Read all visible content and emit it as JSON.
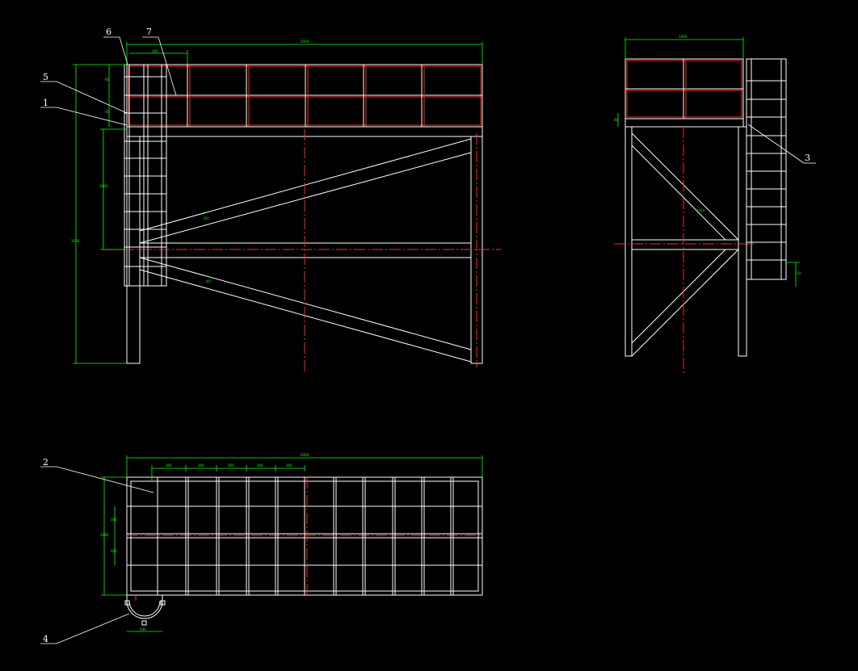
{
  "drawing": {
    "background": "#000000",
    "colors": {
      "outline": "#ffffff",
      "centerline": "#ff2a2a",
      "dimension": "#00ff00"
    },
    "part_labels": [
      "1",
      "2",
      "3",
      "4",
      "5",
      "6",
      "7"
    ]
  }
}
